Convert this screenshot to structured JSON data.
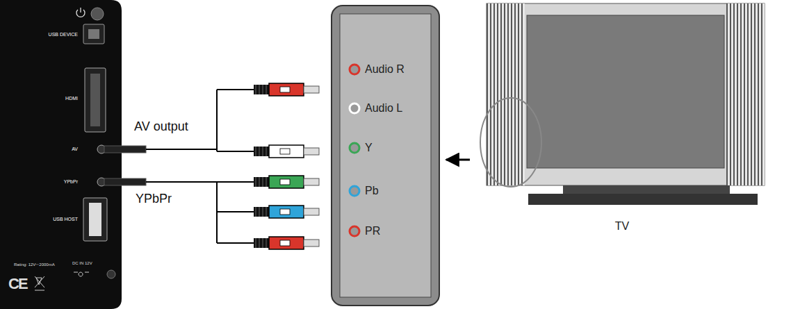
{
  "diagram": {
    "nodes": [
      {
        "text": [
          "USB DEVICE",
          "HDMI",
          "AV",
          "YPbPr",
          "USB HOST",
          "Rating: 12V⎓2000mA",
          "DC IN 12V"
        ]
      },
      {
        "text": [
          "Audio R",
          "Audio L",
          "Y",
          "Pb",
          "PR"
        ]
      },
      {
        "text": [
          "TV"
        ]
      }
    ],
    "edges": [
      {
        "from": 2,
        "to": 1,
        "arrow": "to"
      }
    ],
    "labels": [
      "AV output",
      "YPbPr",
      "CE"
    ]
  }
}
